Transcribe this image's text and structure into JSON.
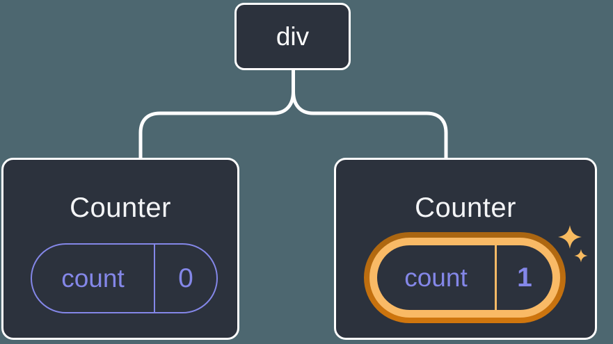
{
  "root_node": {
    "label": "div"
  },
  "cards": [
    {
      "title": "Counter",
      "state_key": "count",
      "state_value": "0",
      "highlighted": false
    },
    {
      "title": "Counter",
      "state_key": "count",
      "state_value": "1",
      "highlighted": true
    }
  ],
  "icons": {
    "sparkles-icon": "✦"
  },
  "colors": {
    "background": "#4d6770",
    "card": "#2c323d",
    "white": "#ffffff",
    "title": "#f4f5f7",
    "purple": "#8487e8",
    "gold": "#f9ba66",
    "orange": "#d0760e",
    "orange-dark": "#a96511",
    "sparkle": "#f8bb60"
  }
}
